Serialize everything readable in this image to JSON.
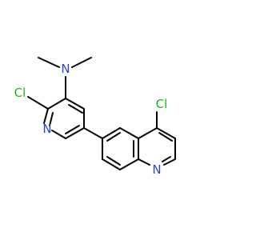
{
  "molecule": {
    "atoms": {
      "cl_pyridine": {
        "label": "Cl"
      },
      "n_amine": {
        "label": "N"
      },
      "n_pyridine": {
        "label": "N"
      },
      "cl_quinoline": {
        "label": "Cl"
      },
      "n_quinoline": {
        "label": "N"
      }
    }
  },
  "colors": {
    "bond": "#000000",
    "chlorine": "#1fb01f",
    "nitrogen": "#3040d0",
    "background": "#ffffff"
  }
}
